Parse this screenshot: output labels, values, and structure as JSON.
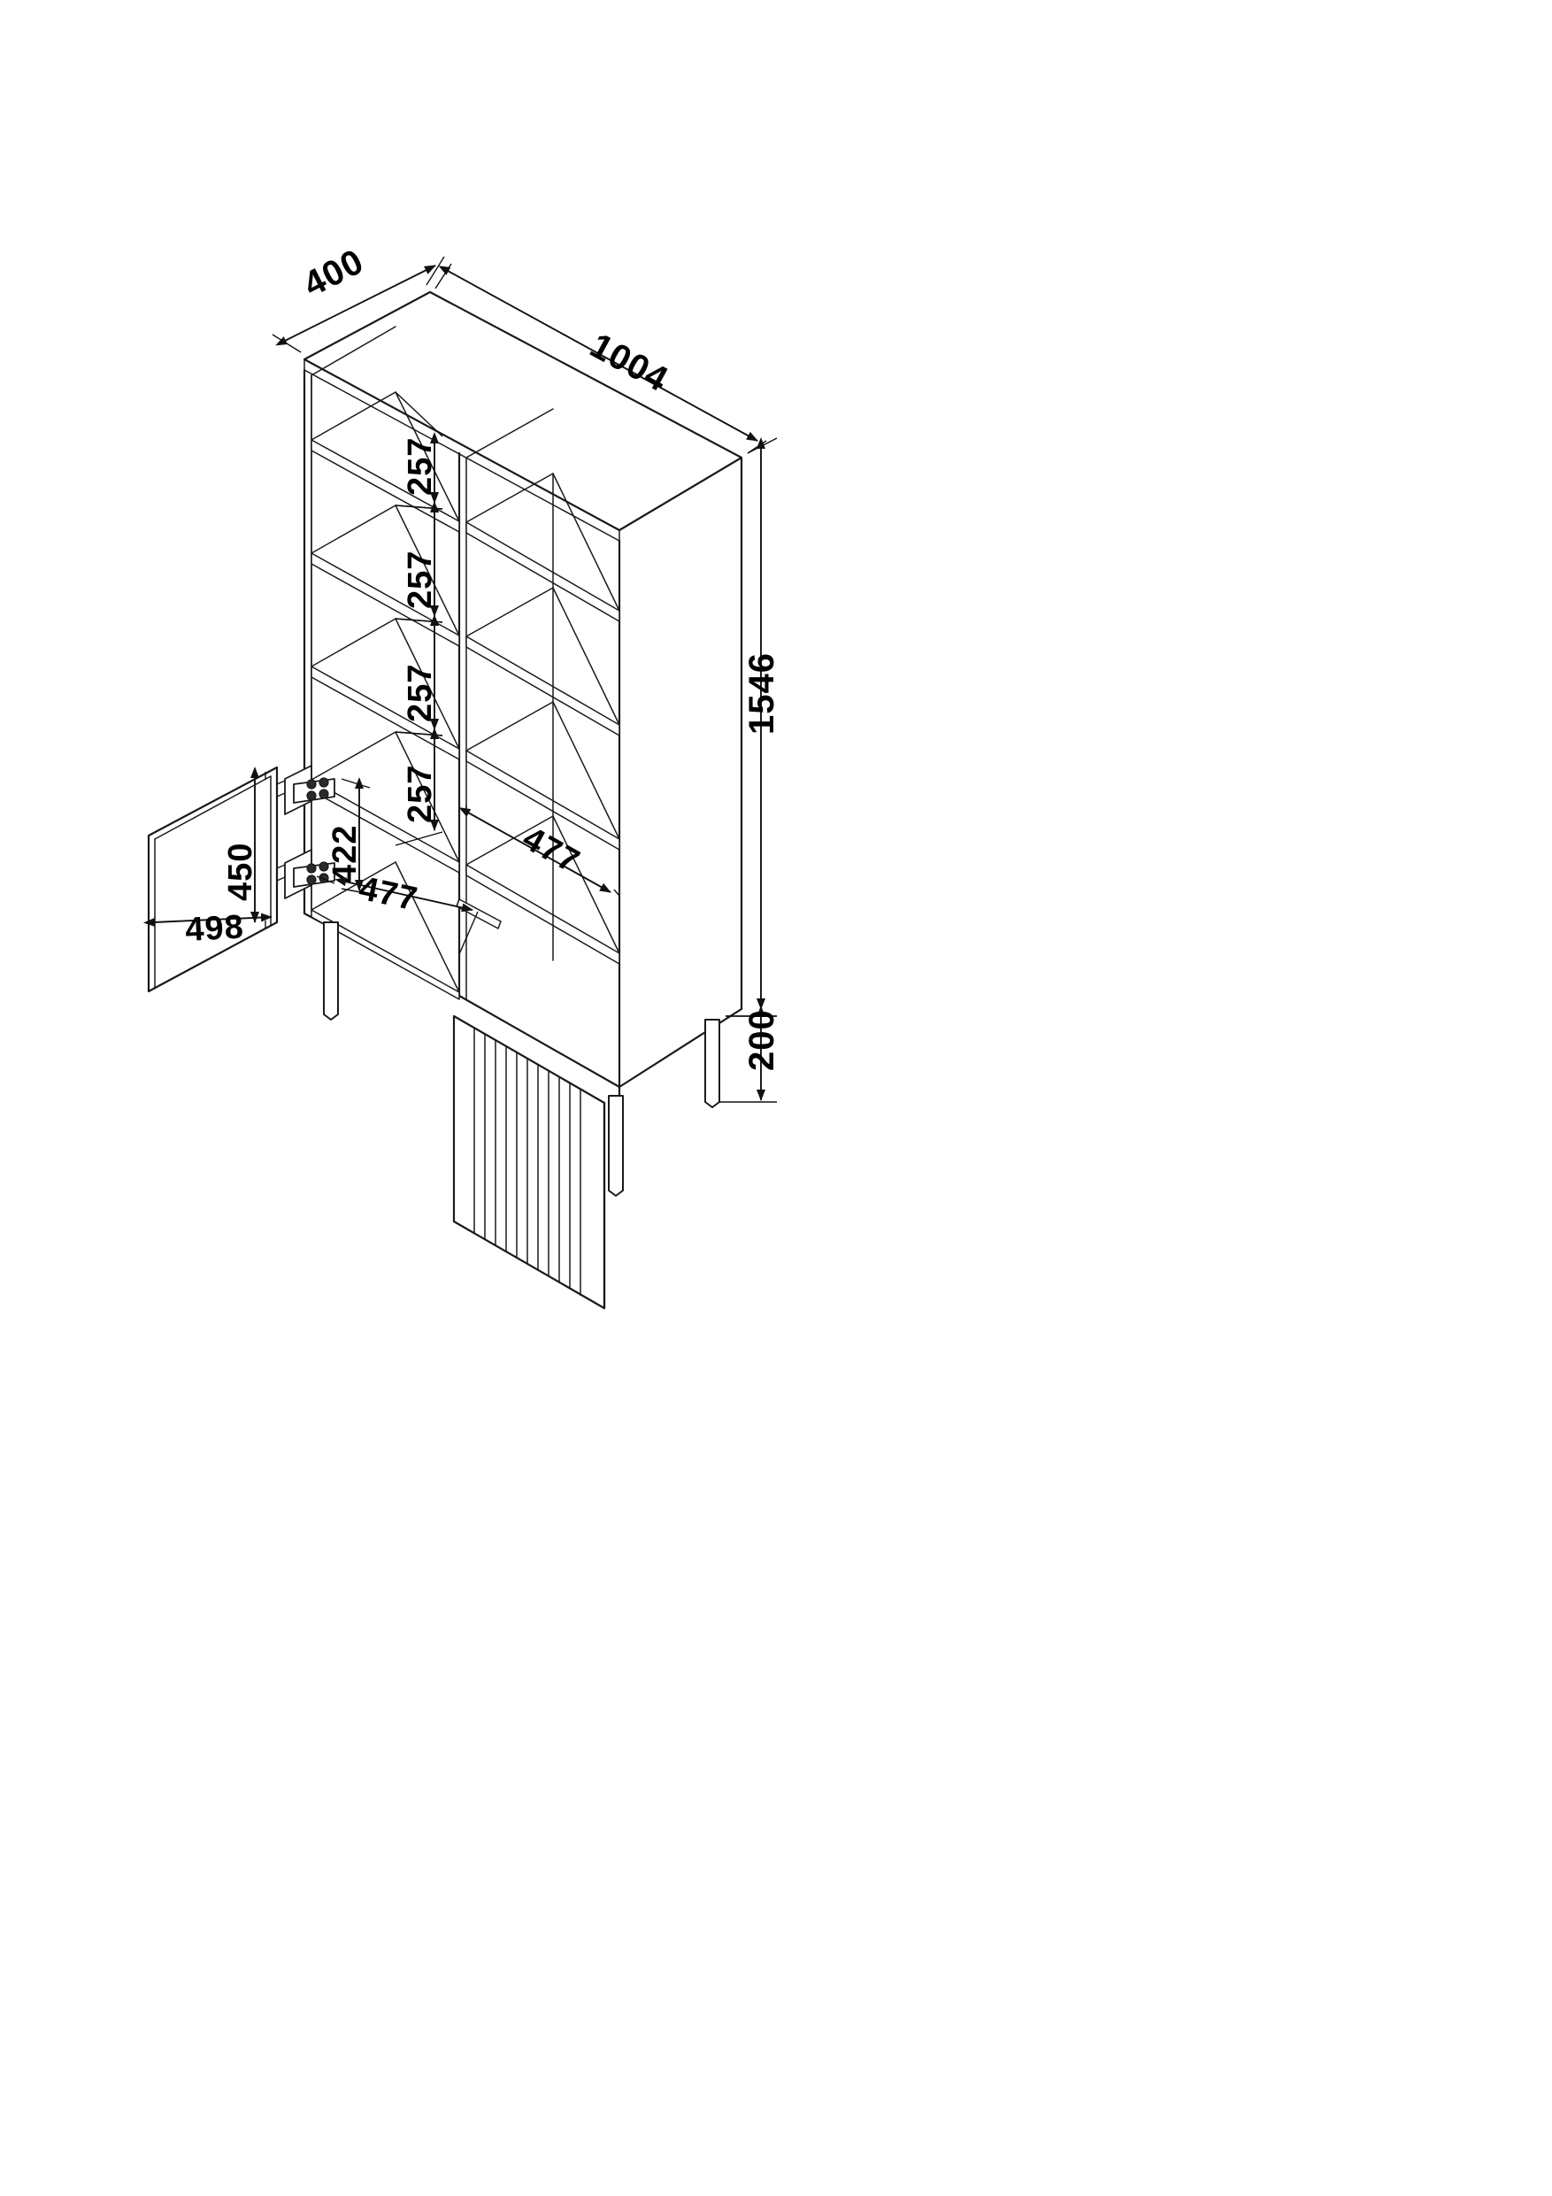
{
  "drawing": {
    "title": "Display Cabinet Assembly Isometric Dimension Drawing",
    "type": "isometric-technical-drawing",
    "units": "mm",
    "line_color": "#1a1a1a",
    "background_color": "#ffffff",
    "text_color": "#000000"
  },
  "dimensions": {
    "depth": "400",
    "width": "1004",
    "total_height": "1546",
    "leg_height": "200",
    "shelf_gap_1": "257",
    "shelf_gap_2": "257",
    "shelf_gap_3": "257",
    "shelf_gap_4": "257",
    "door_height": "450",
    "door_width": "498",
    "interior_height": "422",
    "shelf_width_left": "477",
    "shelf_width_right": "477"
  },
  "labels": {
    "depth_400": "400",
    "width_1004": "1004",
    "height_1546": "1546",
    "leg_200": "200",
    "gap_257_a": "257",
    "gap_257_b": "257",
    "gap_257_c": "257",
    "gap_257_d": "257",
    "door_450": "450",
    "door_498": "498",
    "inner_422": "422",
    "shelf_477_lower": "477",
    "shelf_477_upper": "477"
  },
  "components": {
    "carcass": "cabinet-body",
    "shelves_left_count": 4,
    "shelves_right_count": 4,
    "open_door": "left-lower-door-open",
    "closed_door": "right-lower-fluted-door",
    "hinges": 2,
    "legs": 4,
    "handle": "bar-handle"
  }
}
